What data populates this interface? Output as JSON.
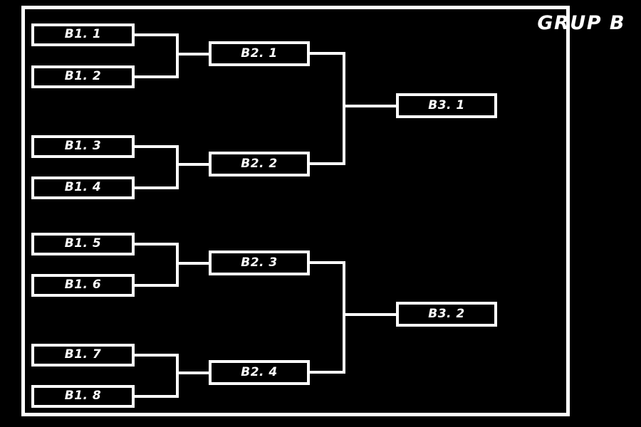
{
  "title": "GRUP B",
  "bracket": {
    "round1": [
      {
        "label": "B1. 1"
      },
      {
        "label": "B1. 2"
      },
      {
        "label": "B1. 3"
      },
      {
        "label": "B1. 4"
      },
      {
        "label": "B1. 5"
      },
      {
        "label": "B1. 6"
      },
      {
        "label": "B1. 7"
      },
      {
        "label": "B1. 8"
      }
    ],
    "round2": [
      {
        "label": "B2. 1"
      },
      {
        "label": "B2. 2"
      },
      {
        "label": "B2. 3"
      },
      {
        "label": "B2. 4"
      }
    ],
    "round3": [
      {
        "label": "B3. 1"
      },
      {
        "label": "B3. 2"
      }
    ]
  },
  "colors": {
    "background": "#000000",
    "line": "#ffffff",
    "text": "#ffffff"
  }
}
